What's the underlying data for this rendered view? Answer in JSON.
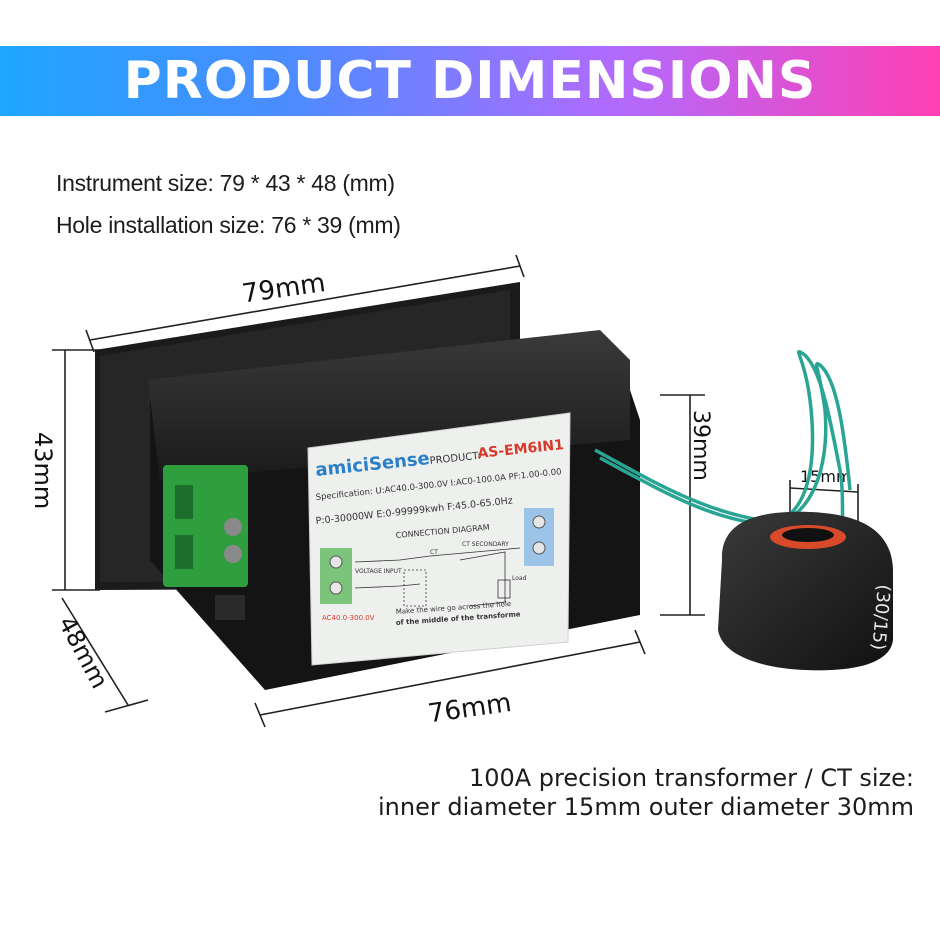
{
  "banner": {
    "title": "PRODUCT DIMENSIONS"
  },
  "specs": {
    "instrument": "Instrument size: 79 * 43 * 48 (mm)",
    "hole": "Hole installation size: 76 * 39 (mm)"
  },
  "dimensions": {
    "width": "79mm",
    "height": "43mm",
    "depth": "48mm",
    "hole_width": "76mm",
    "hole_height": "39mm",
    "ct_inner": "15mm"
  },
  "label": {
    "brand": "amiciSense",
    "product": "PRODUCT:",
    "model": "AS-EM6IN1",
    "spec_line": "Specification: U:AC40.0-300.0V  I:AC0-100.0A  PF:1.00-0.00",
    "spec_line2": "P:0-30000W  E:0-99999kwh  F:45.0-65.0Hz",
    "diagram_title": "CONNECTION DIAGRAM",
    "voltage_input": "VOLTAGE INPUT",
    "ct": "CT",
    "ct_secondary": "CT SECONDARY",
    "load": "Load",
    "voltage_range": "AC40.0-300.0V",
    "instruction1": "Make the wire go across the hole",
    "instruction2": "of the middle of the transforme"
  },
  "ct_marking": "(30/15)",
  "notes": {
    "line1": "100A precision transformer / CT size:",
    "line2": "inner diameter 15mm outer diameter 30mm"
  }
}
